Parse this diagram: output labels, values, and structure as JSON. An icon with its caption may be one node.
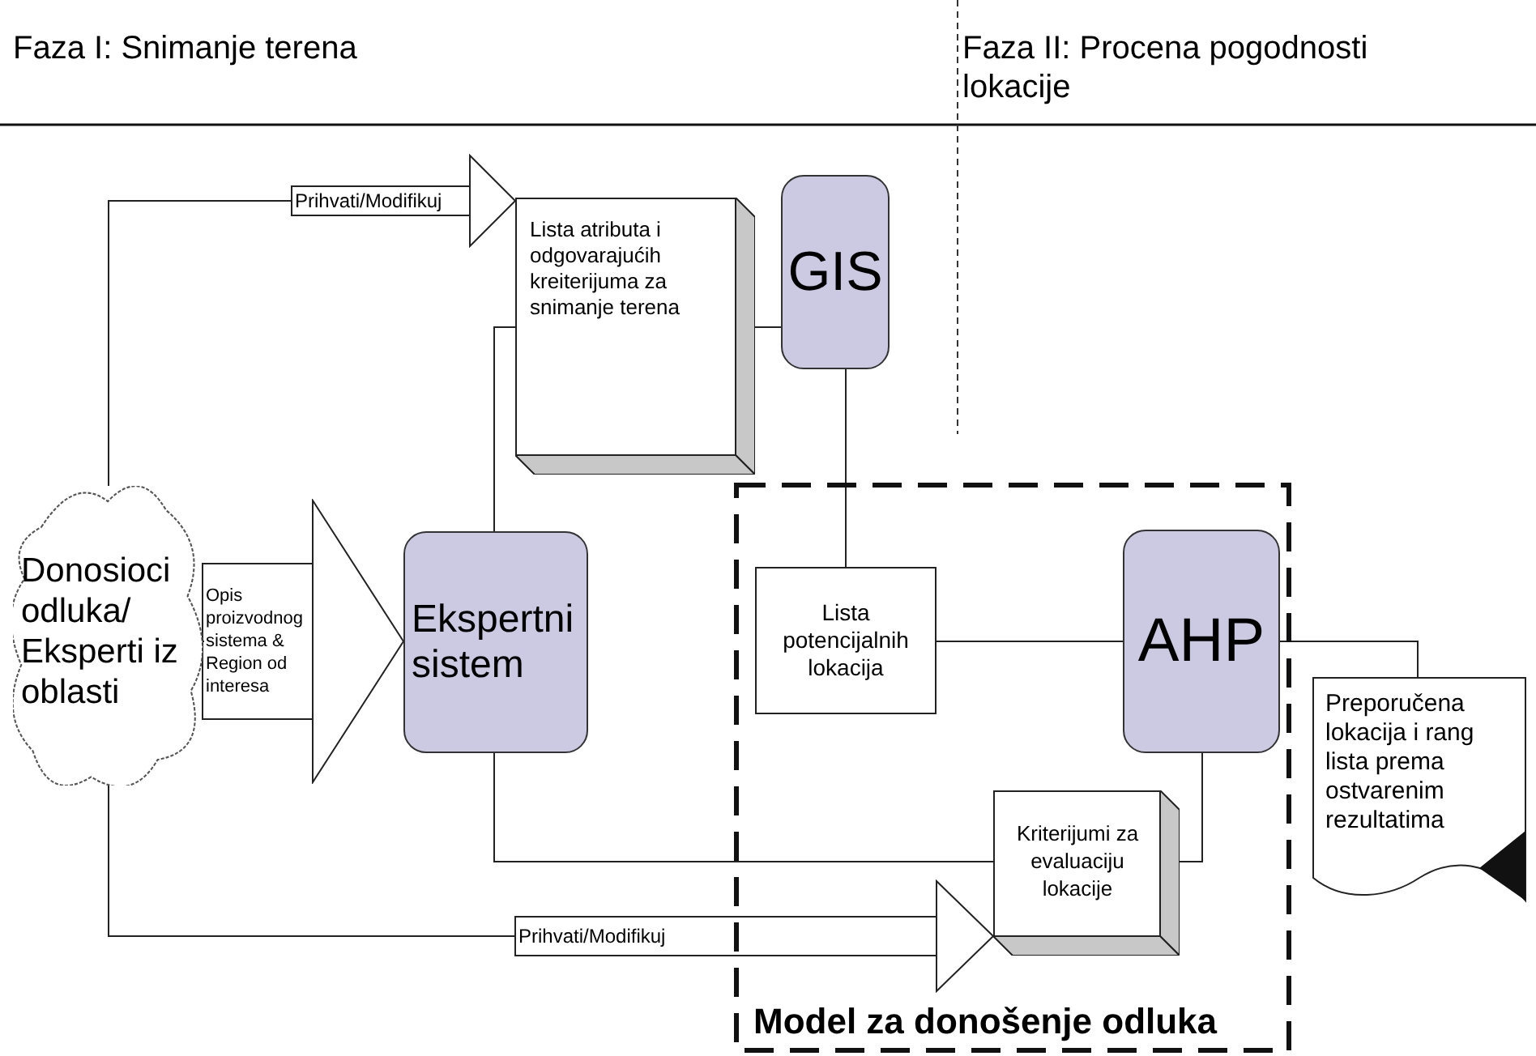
{
  "diagram": {
    "nodes": [
      {
        "text": [
          "Donosioci odluka/ Eksperti iz oblasti"
        ]
      },
      {
        "text": [
          "Lista atributa i odgovarajućih kreiterijuma za snimanje terena"
        ]
      },
      {
        "text": [
          "GIS"
        ]
      },
      {
        "text": [
          "Ekspertni sistem"
        ]
      },
      {
        "text": [
          "Model za donošenje odluka"
        ]
      },
      {
        "text": [
          "Lista potencijalnih lokacija"
        ],
        "in": 4
      },
      {
        "text": [
          "AHP"
        ],
        "in": 4
      },
      {
        "text": [
          "Kriterijumi za evaluaciju lokacije"
        ],
        "in": 4
      },
      {
        "text": [
          "Preporučena lokacija i rang lista prema ostvarenim rezultatima"
        ]
      }
    ],
    "edges": [
      {
        "from": 0,
        "to": 1,
        "arrow": "to",
        "label": "Prihvati/Modifikuj"
      },
      {
        "from": 0,
        "to": 3,
        "arrow": "to",
        "label": "Opis proizvodnog sistema & Region od interesa"
      },
      {
        "from": 3,
        "to": 1,
        "arrow": "none"
      },
      {
        "from": 1,
        "to": 2,
        "arrow": "none"
      },
      {
        "from": 2,
        "to": 5,
        "arrow": "none"
      },
      {
        "from": 5,
        "to": 6,
        "arrow": "none"
      },
      {
        "from": 6,
        "to": 8,
        "arrow": "none"
      },
      {
        "from": 3,
        "to": 7,
        "arrow": "none"
      },
      {
        "from": 6,
        "to": 7,
        "arrow": "none"
      },
      {
        "from": 0,
        "to": 7,
        "arrow": "to",
        "label": "Prihvati/Modifikuj"
      }
    ],
    "labels": [
      "Faza I: Snimanje terena",
      "Faza II: Procena pogodnosti lokacije"
    ]
  }
}
